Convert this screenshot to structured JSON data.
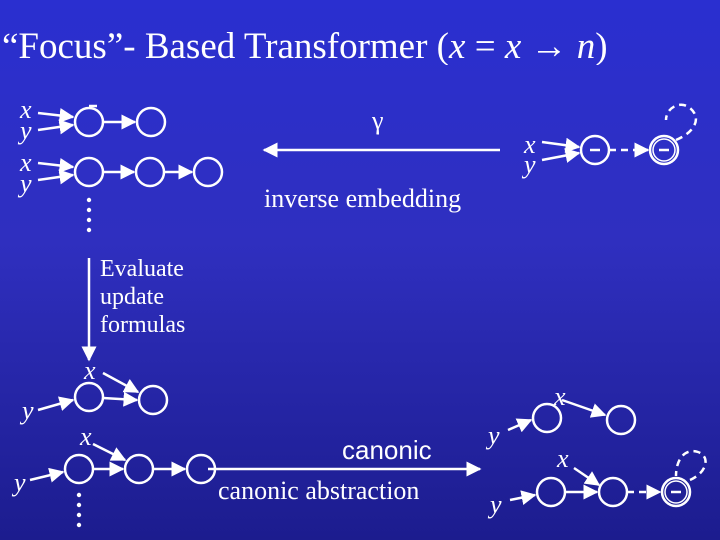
{
  "title": {
    "prefix": "“Focus”- Based Transformer (",
    "var_x": "x",
    "equals": " = ",
    "var_x2": "x",
    "arrow": " → ",
    "var_n": "n",
    "suffix": ")"
  },
  "labels": {
    "x": "x",
    "y": "y",
    "gamma": "γ",
    "inverse_embedding": "inverse embedding",
    "canonic": "canonic",
    "canonic_abstraction": "canonic abstraction",
    "minus": "-"
  },
  "evaluate": {
    "line1": "Evaluate",
    "line2": "update",
    "line3": "formulas"
  },
  "colors": {
    "background_top": "#2a2fd0",
    "background_bottom": "#1c1c8e",
    "foreground": "#ffffff"
  }
}
